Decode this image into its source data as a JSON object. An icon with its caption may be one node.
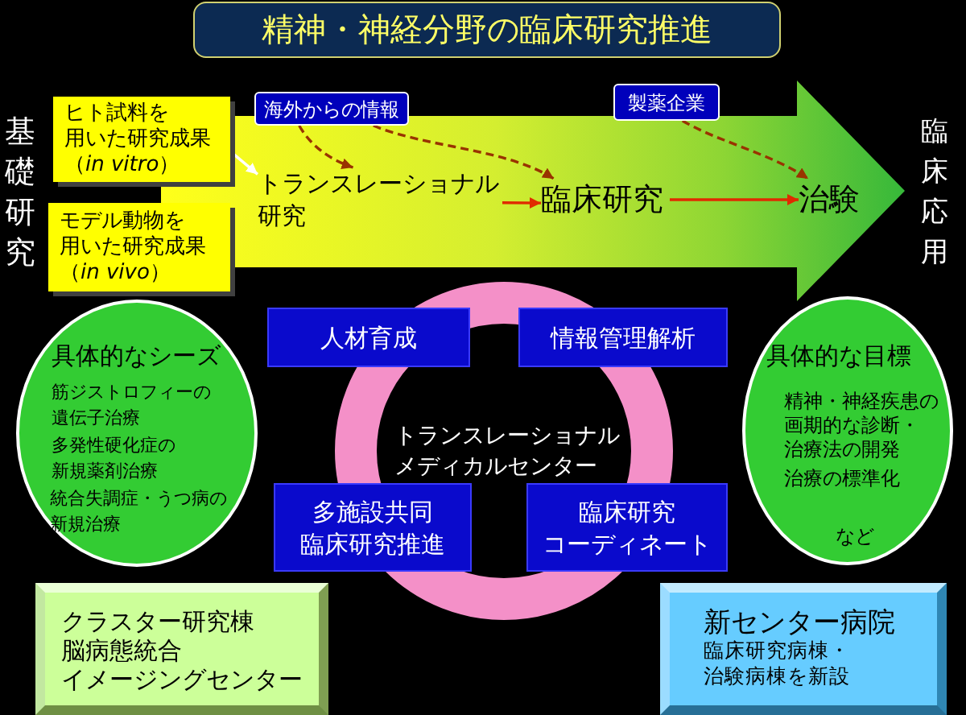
{
  "diagram": {
    "title": "精神・神経分野の臨床研究推進",
    "nodes": [
      {
        "text": [
          "海外からの情報"
        ]
      },
      {
        "text": [
          "製薬企業"
        ]
      },
      {
        "text": [],
        "shape": "arrow"
      },
      {
        "text": [
          "ヒト試料を用いた研究成果（*in vitro*）"
        ]
      },
      {
        "text": [
          "モデル動物を用いた研究成果（*in vivo*）"
        ]
      },
      {
        "text": [
          "トランスレーショナル研究"
        ],
        "in": 2
      },
      {
        "text": [
          "臨床研究"
        ],
        "in": 2
      },
      {
        "text": [
          "治験"
        ],
        "in": 2
      },
      {
        "text": [
          "具体的なシーズ",
          "筋ジストロフィーの遺伝子治療",
          "多発性硬化症の新規薬剤治療",
          "統合失調症・うつ病の新規治療"
        ]
      },
      {
        "text": [
          "人材育成"
        ]
      },
      {
        "text": [
          "情報管理解析"
        ]
      },
      {
        "text": [
          "トランスレーショナルメディカルセンター"
        ]
      },
      {
        "text": [
          "多施設共同臨床研究推進"
        ]
      },
      {
        "text": [
          "臨床研究コーディネート"
        ]
      },
      {
        "text": [
          "具体的な目標",
          "精神・神経疾患の画期的な診断・治療法の開発",
          "治療の標準化",
          "など"
        ]
      },
      {
        "text": [
          "クラスター研究棟",
          "脳病態統合イメージングセンター"
        ]
      },
      {
        "text": [
          "新センター病院",
          "臨床研究病棟・治験病棟を新設"
        ]
      }
    ],
    "edges": [
      {
        "from": 3,
        "to": 5,
        "arrow": "to",
        "color": "#ffffff"
      },
      {
        "from": 0,
        "to": 5,
        "arrow": "to",
        "style": "dashed"
      },
      {
        "from": 0,
        "to": 6,
        "arrow": "to",
        "style": "dashed"
      },
      {
        "from": 1,
        "to": 7,
        "arrow": "to",
        "style": "dashed"
      },
      {
        "from": 5,
        "to": 6,
        "arrow": "to",
        "color": "#e02a00"
      },
      {
        "from": 6,
        "to": 7,
        "arrow": "to",
        "color": "#e02a00"
      }
    ],
    "labels": [
      "基礎研究",
      "臨床応用"
    ]
  }
}
